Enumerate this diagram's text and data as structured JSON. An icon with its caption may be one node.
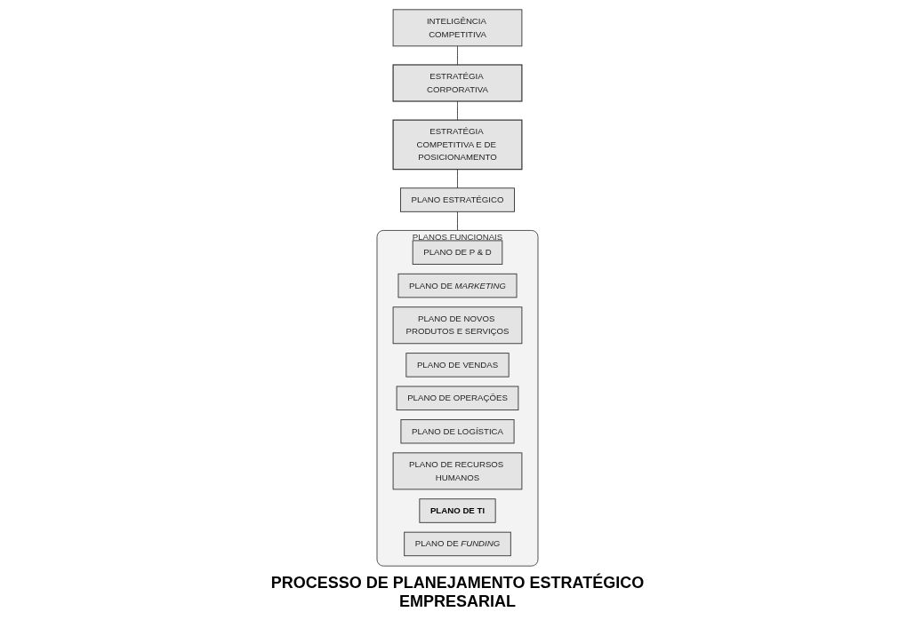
{
  "diagram": {
    "nodes": [
      {
        "text": [
          "INTELIGÊNCIA COMPETITIVA"
        ]
      },
      {
        "text": [
          "ESTRATÉGIA CORPORATIVA"
        ]
      },
      {
        "text": [
          "ESTRATÉGIA COMPETITIVA E DE POSICIONAMENTO"
        ]
      },
      {
        "text": [
          "PLANO ESTRATÉGICO"
        ]
      },
      {
        "text": [
          "PLANOS FUNCIONAIS"
        ]
      },
      {
        "text": [
          "PLANO DE P & D"
        ],
        "in": 4
      },
      {
        "text": [
          "PLANO DE *MARKETING*"
        ],
        "in": 4
      },
      {
        "text": [
          "PLANO DE NOVOS PRODUTOS E SERVIÇOS"
        ],
        "in": 4
      },
      {
        "text": [
          "PLANO DE VENDAS"
        ],
        "in": 4
      },
      {
        "text": [
          "PLANO DE OPERAÇÕES"
        ],
        "in": 4
      },
      {
        "text": [
          "PLANO DE LOGÍSTICA"
        ],
        "in": 4
      },
      {
        "text": [
          "PLANO DE RECURSOS HUMANOS"
        ],
        "in": 4
      },
      {
        "text": [
          "PLANO DE TI"
        ],
        "in": 4
      },
      {
        "text": [
          "PLANO DE *FUNDING*"
        ],
        "in": 4
      }
    ],
    "edges": [
      {
        "from": 0,
        "to": 1,
        "arrow": "none"
      },
      {
        "from": 1,
        "to": 2,
        "arrow": "none"
      },
      {
        "from": 2,
        "to": 3,
        "arrow": "none"
      },
      {
        "from": 3,
        "to": 4,
        "arrow": "none"
      }
    ],
    "labels": [
      "PROCESSO DE PLANEJAMENTO ESTRATÉGICO EMPRESARIAL"
    ]
  }
}
